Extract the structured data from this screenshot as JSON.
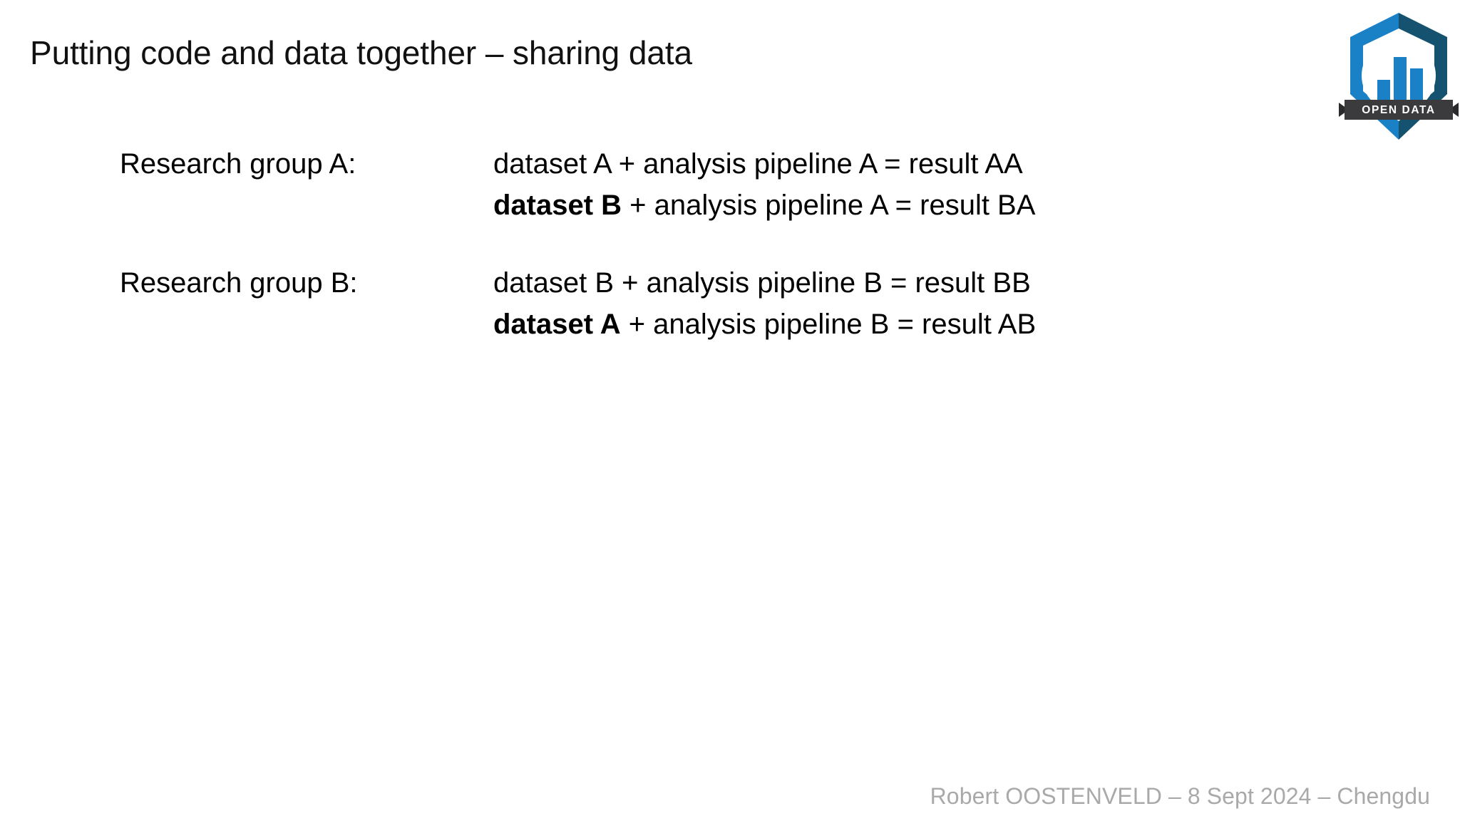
{
  "slide": {
    "title": "Putting code and data together – sharing data",
    "background_color": "#ffffff",
    "text_color": "#000000"
  },
  "groups": [
    {
      "label": "Research group A:",
      "equations": [
        {
          "emphasis": "",
          "rest": "dataset A + analysis pipeline A = result AA",
          "bold": false
        },
        {
          "emphasis": "dataset B",
          "rest": " + analysis pipeline A = result BA",
          "bold": true
        }
      ]
    },
    {
      "label": "Research group B:",
      "equations": [
        {
          "emphasis": "",
          "rest": "dataset B + analysis pipeline B = result BB",
          "bold": false
        },
        {
          "emphasis": "dataset A",
          "rest": " + analysis pipeline B = result AB",
          "bold": true
        }
      ]
    }
  ],
  "footer": {
    "text": "Robert OOSTENVELD – 8 Sept 2024 – Chengdu",
    "color": "#a9a9a9"
  },
  "badge": {
    "name": "open-data-badge",
    "ribbon_label": "OPEN  DATA",
    "colors": {
      "hex_left": "#1b81c6",
      "hex_right": "#14526f",
      "bar_left": "#1b81c6",
      "bar_mid": "#1b81c6",
      "bar_right": "#1b81c6",
      "ribbon": "#3b3b3d",
      "ribbon_shadow": "#2a2a2c",
      "ribbon_text": "#ffffff",
      "inner": "#ffffff"
    }
  }
}
